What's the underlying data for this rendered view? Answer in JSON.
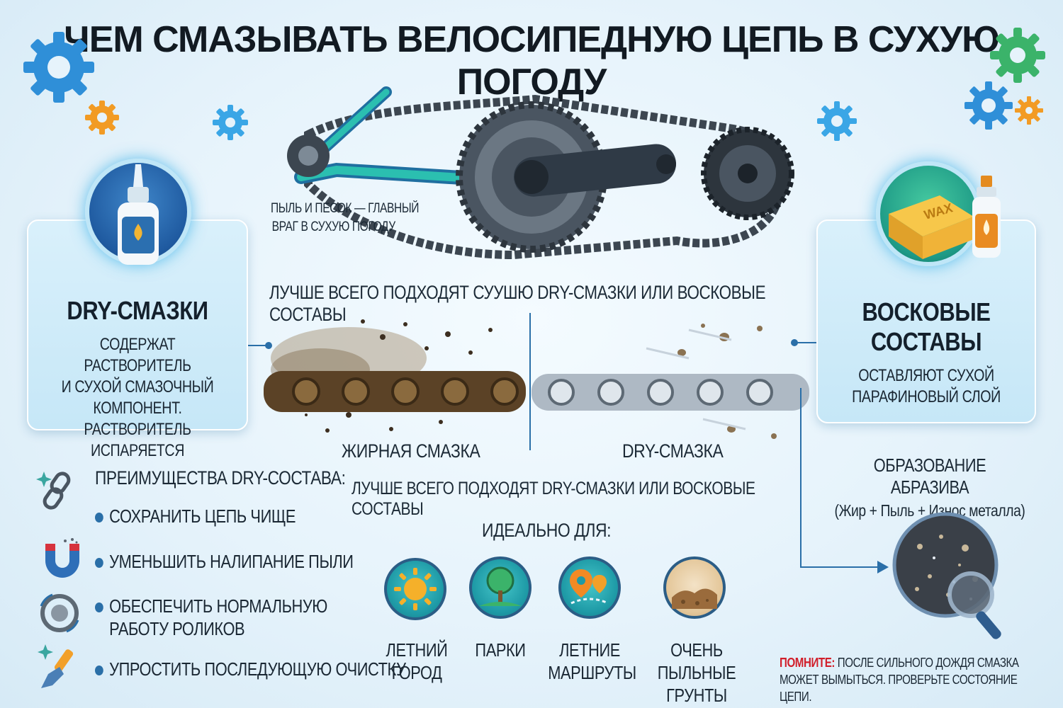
{
  "title": "ЧЕМ СМАЗЫВАТЬ ВЕЛОСИПЕДНУЮ ЦЕПЬ В СУХУЮ ПОГОДУ",
  "dust_note": {
    "line1": "ПЫЛЬ И ПЕСОК — ГЛАВНЫЙ",
    "line2": "ВРАГ В СУХУЮ ПОГОДУ"
  },
  "top_caption": "ЛУЧШЕ ВСЕГО ПОДХОДЯТ СУУШЮ DRY-СМАЗКИ ИЛИ ВОСКОВЫЕ СОСТАВЫ",
  "middle_caption": "ЛУЧШЕ ВСЕГО ПОДХОДЯТ DRY-СМАЗКИ ИЛИ ВОСКОВЫЕ СОСТАВЫ",
  "left_card": {
    "title": "DRY-СМАЗКИ",
    "lines": [
      "СОДЕРЖАТ РАСТВОРИТЕЛЬ",
      "И СУХОЙ СМАЗОЧНЫЙ",
      "КОМПОНЕНТ.",
      "РАСТВОРИТЕЛЬ ИСПАРЯЕТСЯ"
    ]
  },
  "right_card": {
    "title_line1": "ВОСКОВЫЕ",
    "title_line2": "СОСТАВЫ",
    "lines": [
      "ОСТАВЛЯЮТ СУХОЙ",
      "ПАРАФИНОВЫЙ СЛОЙ"
    ],
    "wax_label": "WAX"
  },
  "chain_labels": {
    "greasy": "ЖИРНАЯ СМАЗКА",
    "dry": "DRY-СМАЗКА"
  },
  "benefits": {
    "heading": "ПРЕИМУЩЕСТВА DRY-СОСТАВА:",
    "items": [
      {
        "text": "СОХРАНИТЬ ЦЕПЬ ЧИЩЕ",
        "icon": "chain-icon"
      },
      {
        "text": "УМЕНЬШИТЬ НАЛИПАНИЕ ПЫЛИ",
        "icon": "magnet-icon"
      },
      {
        "text": "ОБЕСПЕЧИТЬ НОРМАЛЬНУЮ",
        "text2": "РАБОТУ РОЛИКОВ",
        "icon": "roller-icon"
      },
      {
        "text": "УПРОСТИТЬ ПОСЛЕДУЮЩУЮ ОЧИСТКУ",
        "icon": "brush-icon"
      }
    ]
  },
  "ideal": {
    "heading": "ИДЕАЛЬНО ДЛЯ:",
    "items": [
      {
        "line1": "ЛЕТНИЙ",
        "line2": "ГОРОД",
        "icon": "sun-icon"
      },
      {
        "line1": "ПАРКИ",
        "line2": "",
        "icon": "tree-icon"
      },
      {
        "line1": "ЛЕТНИЕ",
        "line2": "МАРШРУТЫ",
        "icon": "route-pin-icon"
      },
      {
        "line1": "ОЧЕНЬ ПЫЛЬНЫЕ",
        "line2": "ГРУНТЫ",
        "icon": "dirt-icon"
      }
    ]
  },
  "abrasive": {
    "title": "ОБРАЗОВАНИЕ АБРАЗИВА",
    "subtitle": "(Жир + Пыль + Износ металла)"
  },
  "warning": {
    "label": "ПОМНИТЕ:",
    "text": " ПОСЛЕ СИЛЬНОГО ДОЖДЯ СМАЗКА МОЖЕТ ВЫМЫТЬСЯ. ПРОВЕРЬТЕ СОСТОЯНИЕ ЦЕПИ."
  },
  "colors": {
    "accent_blue": "#1f5aa0",
    "gear_blue": "#2f8fd8",
    "gear_orange": "#f29b24",
    "gear_green": "#3bb36a",
    "warning_red": "#d11e2a",
    "frame_teal": "#2bbfb0"
  }
}
